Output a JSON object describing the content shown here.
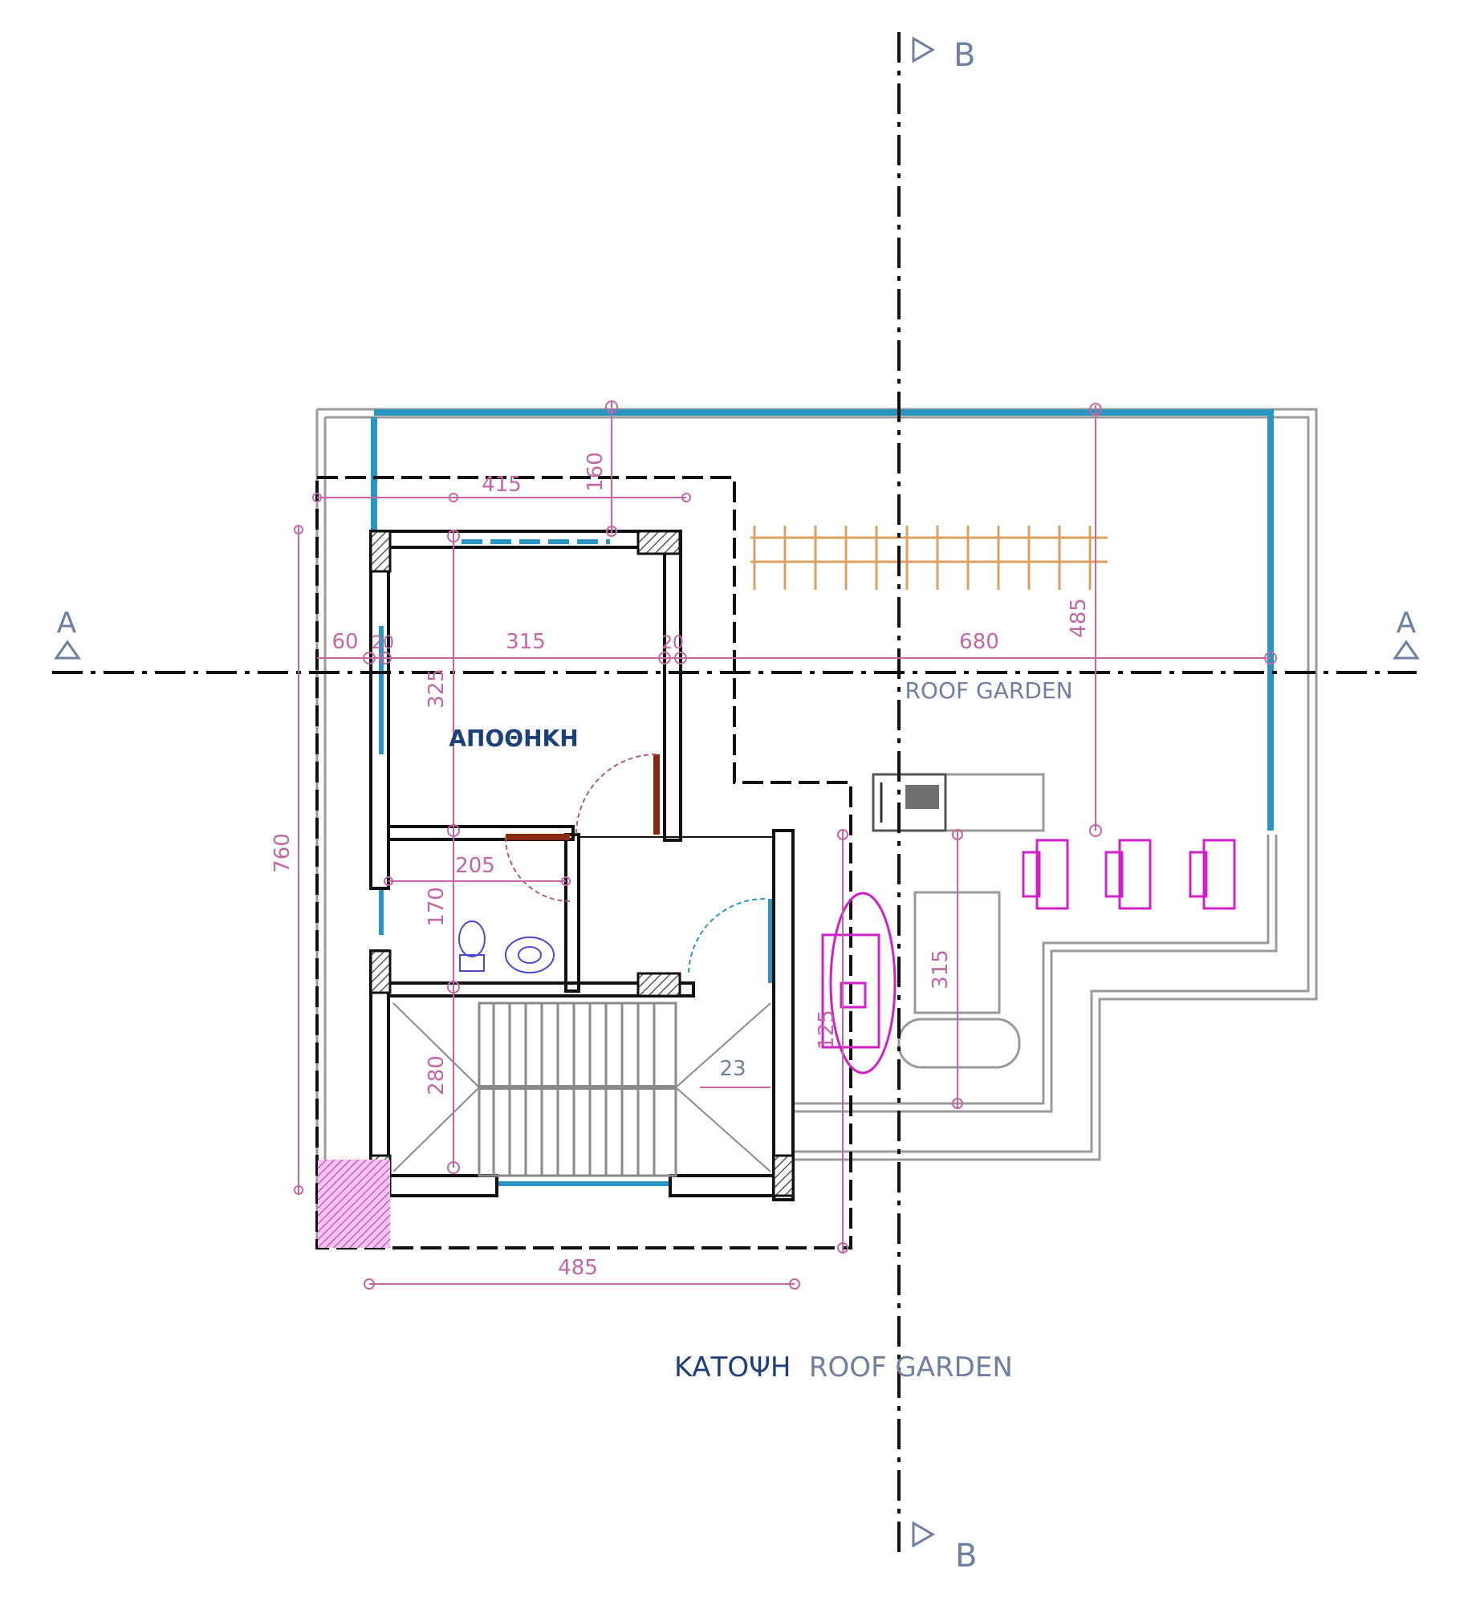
{
  "section_markers": {
    "a_left": "A",
    "a_right": "A",
    "b_top": "B",
    "b_bottom": "B"
  },
  "rooms": {
    "storage": "ΑΠΟΘΗΚΗ",
    "roof_garden": "ROOF GARDEN"
  },
  "plan_title": {
    "prefix": "ΚΑΤΟΨΗ",
    "suffix": "ROOF GARDEN"
  },
  "dimensions": {
    "top_width": "415",
    "top_depth": "160",
    "row_a_1": "60",
    "row_a_2": "20",
    "row_a_3": "315",
    "row_a_4": "20",
    "row_a_5": "680",
    "garden_depth": "485",
    "storage_depth": "325",
    "overall_depth": "760",
    "wc_width": "205",
    "wc_depth": "170",
    "stair_depth": "280",
    "stair_label": "23",
    "landing_depth": "125",
    "bbq_depth": "315",
    "bottom_width": "485"
  },
  "colors": {
    "wall": "#111111",
    "parapet": "#9a9a9a",
    "glazing": "#2b95c2",
    "dimension": "#c266a6",
    "furniture": "#d020c8",
    "pergola": "#dba060",
    "door": "#8a2a10",
    "text_navy": "#1d3f7a"
  }
}
